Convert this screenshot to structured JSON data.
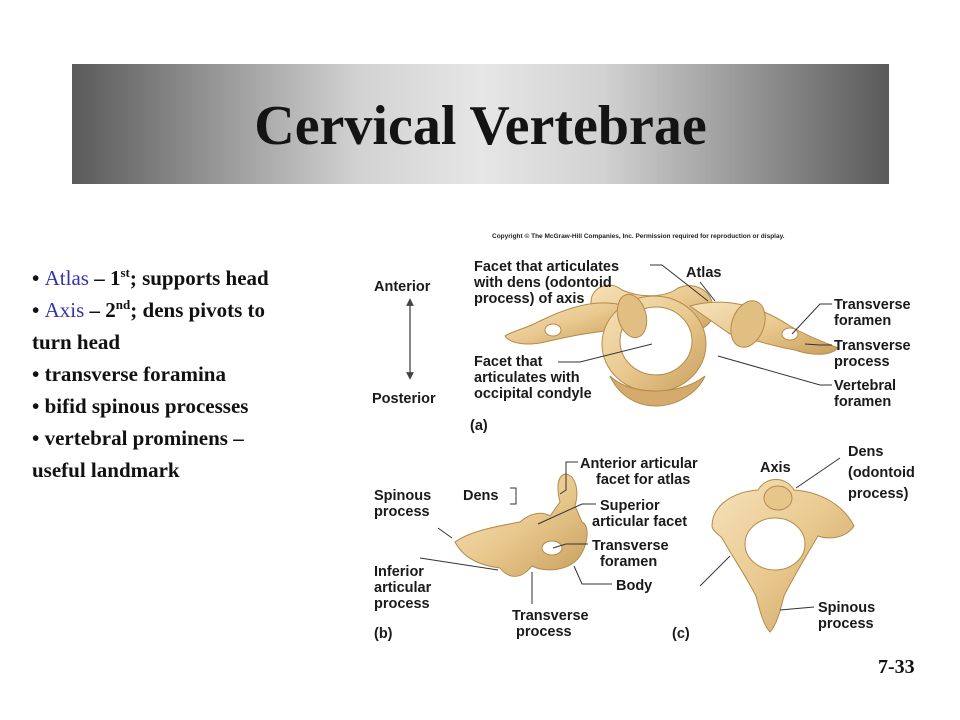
{
  "slide": {
    "title": "Cervical Vertebrae",
    "page_number": "7-33"
  },
  "bullets": [
    {
      "term": "Atlas",
      "dash": " – 1",
      "sup": "st",
      "rest": "; supports head"
    },
    {
      "term": "Axis",
      "dash": " – 2",
      "sup": "nd",
      "rest": "; dens pivots to",
      "cont": "turn head"
    },
    {
      "text": "transverse foramina"
    },
    {
      "text": "bifid spinous processes"
    },
    {
      "text": "vertebral prominens –",
      "cont": "useful landmark"
    }
  ],
  "figure": {
    "copyright": "Copyright © The McGraw-Hill Companies, Inc. Permission required for reproduction or display.",
    "a": {
      "panel": "(a)",
      "anterior": "Anterior",
      "posterior": "Posterior",
      "atlas": "Atlas",
      "facet_dens_1": "Facet that articulates",
      "facet_dens_2": "with dens (odontoid",
      "facet_dens_3": "process) of axis",
      "facet_occ_1": "Facet that",
      "facet_occ_2": "articulates with",
      "facet_occ_3": "occipital condyle",
      "transverse_foramen_1": "Transverse",
      "transverse_foramen_2": "foramen",
      "transverse_process_1": "Transverse",
      "transverse_process_2": "process",
      "vertebral_foramen_1": "Vertebral",
      "vertebral_foramen_2": "foramen"
    },
    "b": {
      "panel": "(b)",
      "spinous_1": "Spinous",
      "spinous_2": "process",
      "dens": "Dens",
      "ant_facet_1": "Anterior articular",
      "ant_facet_2": "facet for atlas",
      "sup_facet_1": "Superior",
      "sup_facet_2": "articular facet",
      "trans_foramen_1": "Transverse",
      "trans_foramen_2": "foramen",
      "body": "Body",
      "inferior_1": "Inferior",
      "inferior_2": "articular",
      "inferior_3": "process",
      "trans_process_1": "Transverse",
      "trans_process_2": "process"
    },
    "c": {
      "panel": "(c)",
      "axis": "Axis",
      "dens_1": "Dens",
      "dens_2": "(odontoid",
      "dens_3": "process)",
      "spinous_1": "Spinous",
      "spinous_2": "process"
    }
  }
}
